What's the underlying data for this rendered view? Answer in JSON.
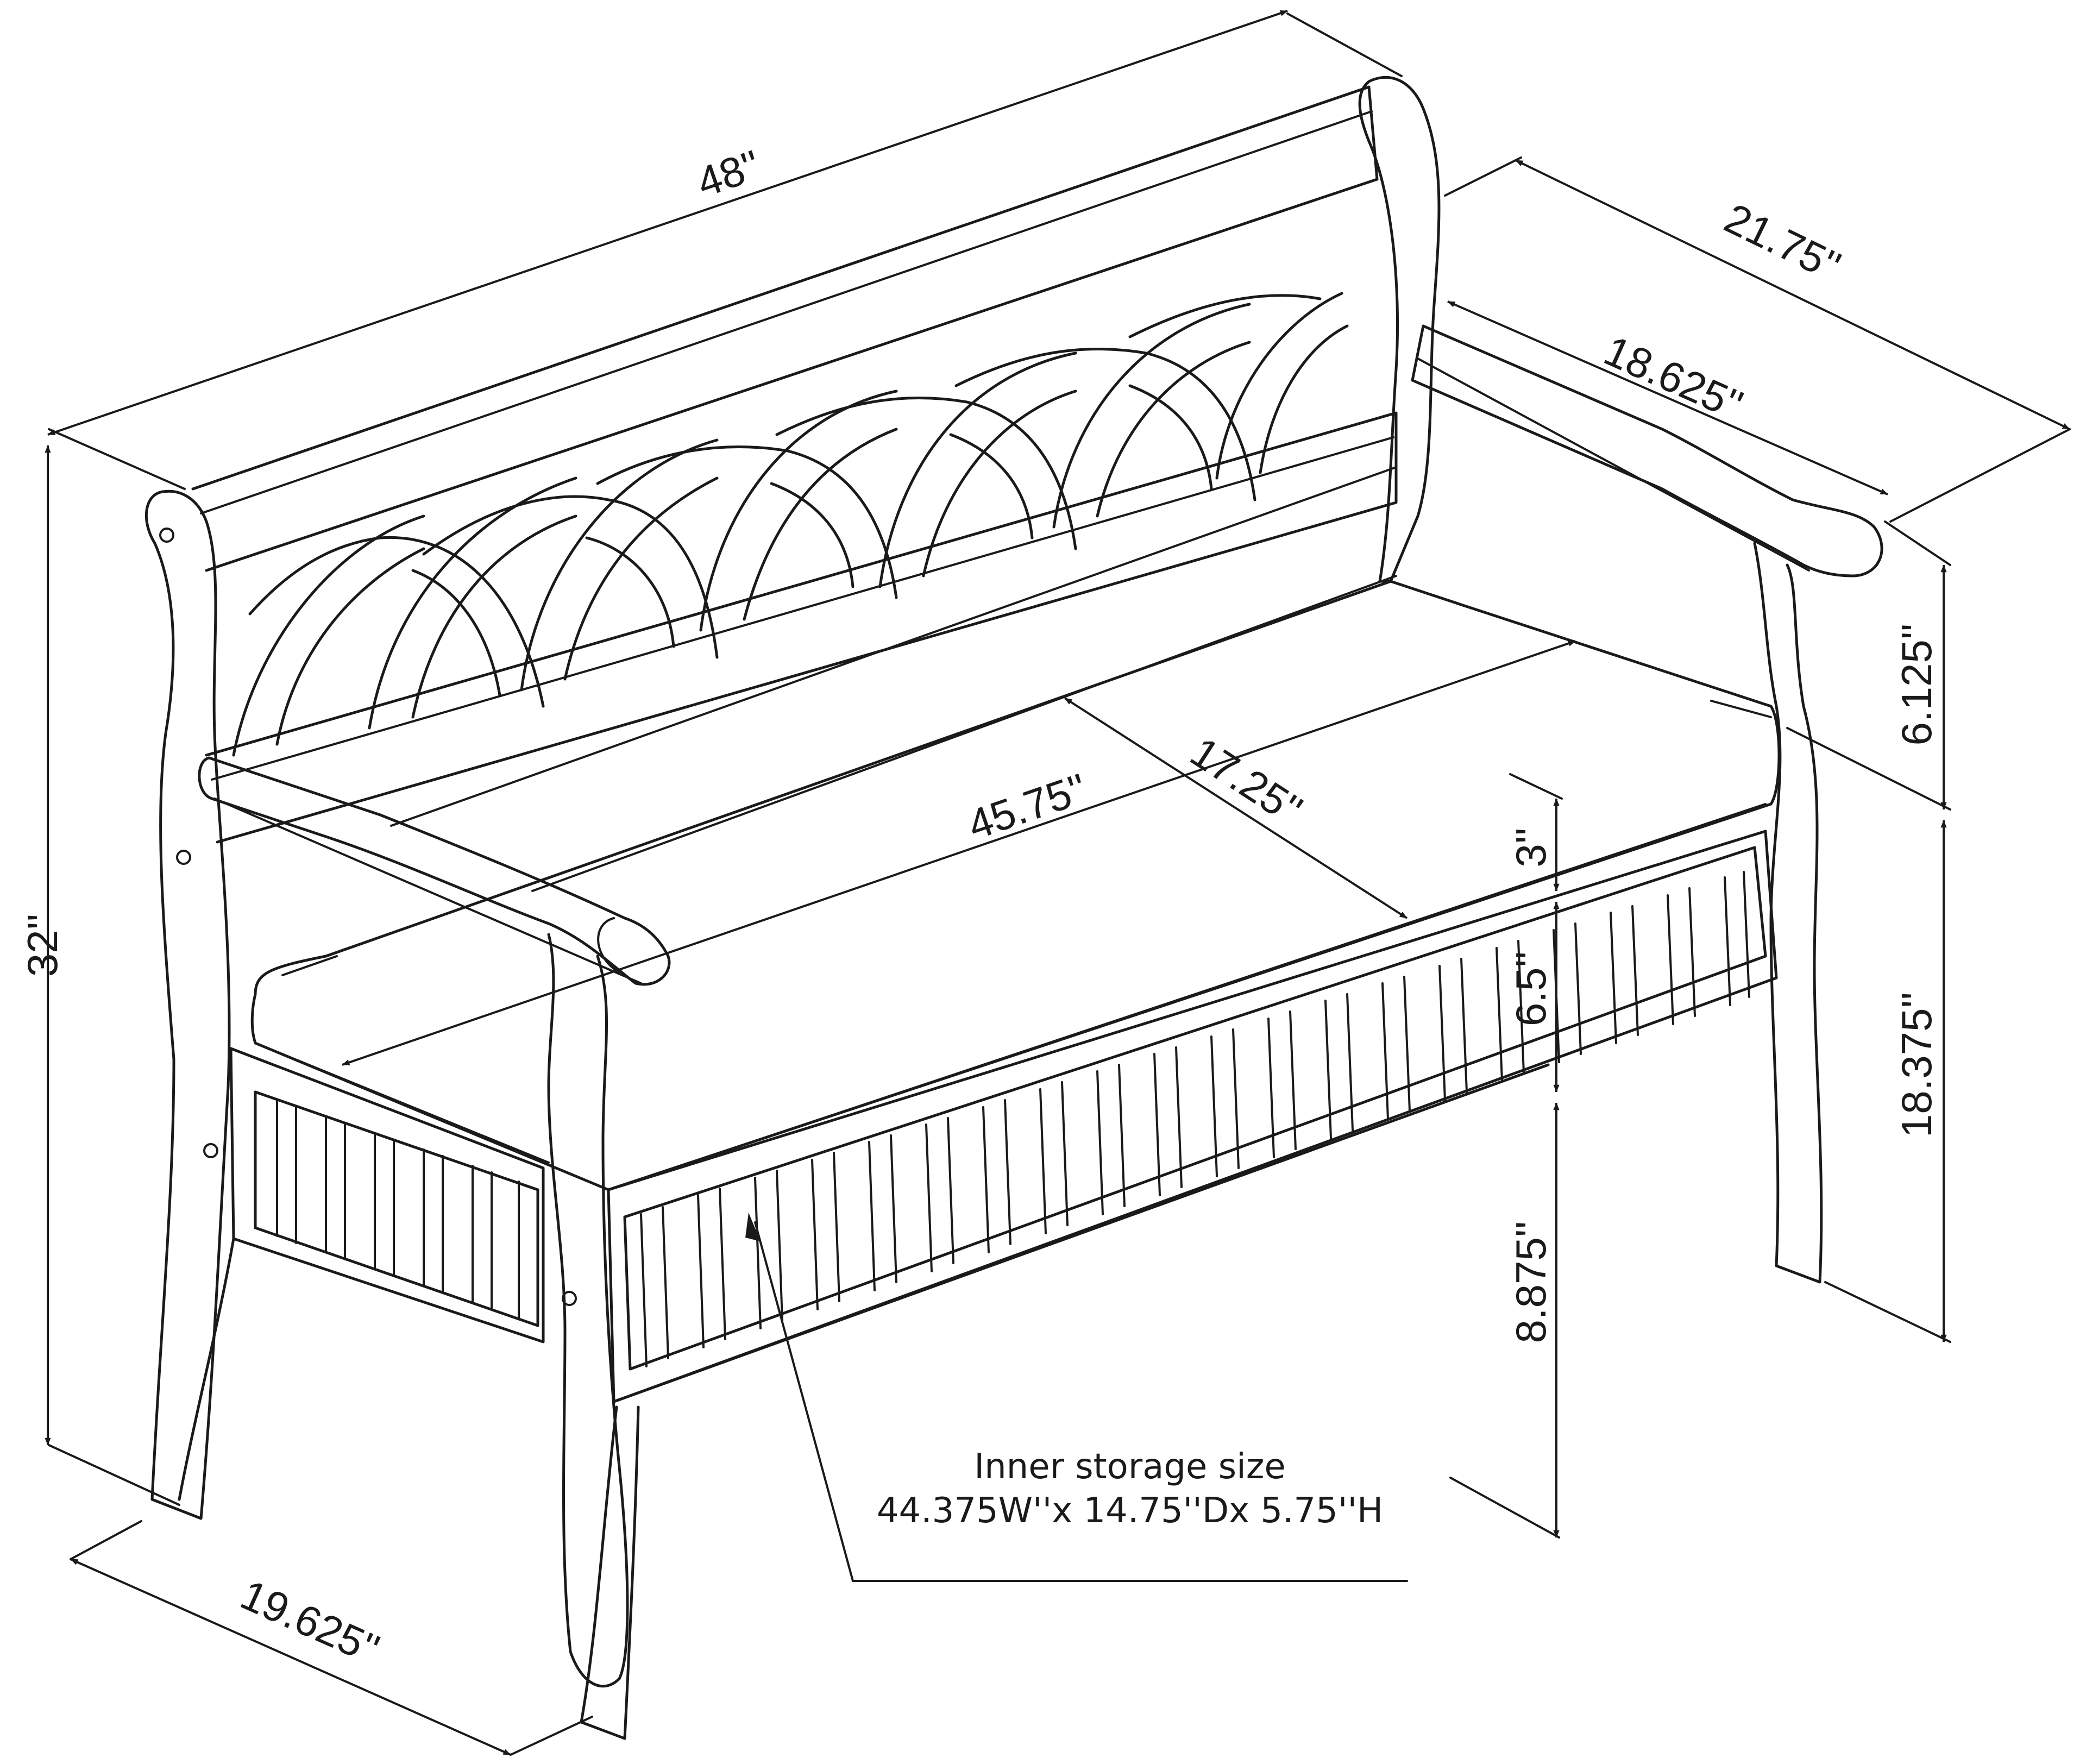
{
  "dimensions": {
    "overall_width": "48''",
    "overall_depth": "21.75''",
    "arm_depth": "18.625''",
    "arm_height_above_seat": "6.125''",
    "seat_height": "18.375''",
    "overall_height": "32''",
    "seat_width": "45.75''",
    "seat_depth": "17.25''",
    "cushion_thickness": "3''",
    "storage_box_height": "6.5''",
    "floor_clearance": "8.875''",
    "base_depth": "19.625''"
  },
  "note": {
    "line1": "Inner storage size",
    "line2": "44.375W''x 14.75''Dx 5.75''H"
  }
}
